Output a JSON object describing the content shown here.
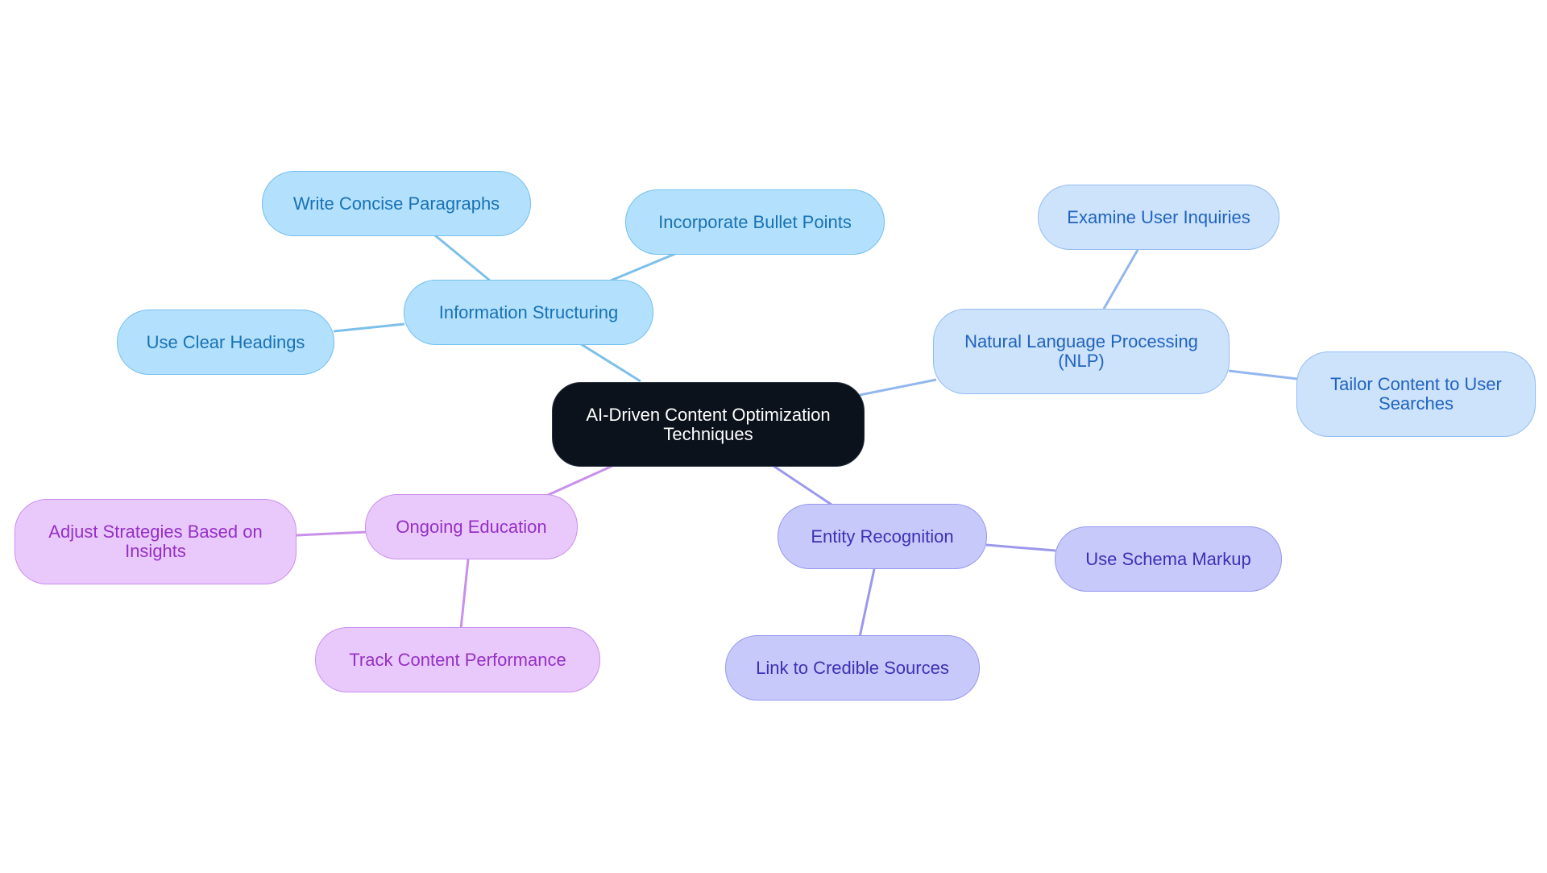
{
  "diagram": {
    "root": "AI-Driven Content Optimization Techniques",
    "branches": [
      {
        "label": "Information Structuring",
        "children": [
          "Write Concise Paragraphs",
          "Incorporate Bullet Points",
          "Use Clear Headings"
        ]
      },
      {
        "label": "Natural Language Processing (NLP)",
        "children": [
          "Examine User Inquiries",
          "Tailor Content to User Searches"
        ]
      },
      {
        "label": "Entity Recognition",
        "children": [
          "Use Schema Markup",
          "Link to Credible Sources"
        ]
      },
      {
        "label": "Ongoing Education",
        "children": [
          "Adjust Strategies Based on Insights",
          "Track Content Performance"
        ]
      }
    ]
  },
  "colors": {
    "root": "#0b121b",
    "information_structuring": "#b3e0fc",
    "nlp": "#cde2fb",
    "entity_recognition": "#c8c9fb",
    "ongoing_education": "#e9c9fc",
    "edge_sky": "#7cc0ea",
    "edge_blue": "#92b6ee",
    "edge_indigo": "#9b98ec",
    "edge_violet": "#c990ea"
  }
}
